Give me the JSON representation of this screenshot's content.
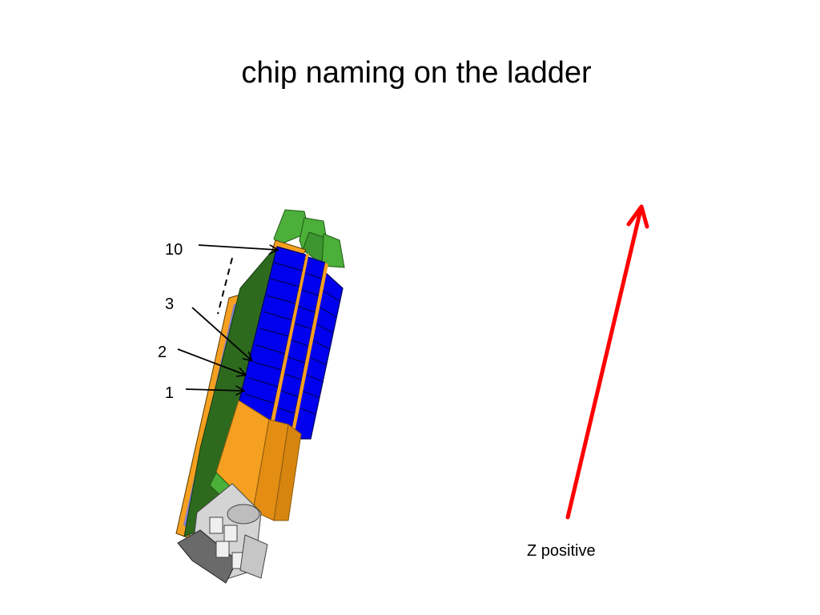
{
  "slide": {
    "title": "chip naming on the ladder"
  },
  "chip_labels": {
    "chip_10": "10",
    "chip_3": "3",
    "chip_2": "2",
    "chip_1": "1"
  },
  "axis": {
    "z_label": "Z positive",
    "arrow_color": "#ff0000"
  },
  "colors": {
    "chip": "#0000ee",
    "support_green": "#2e6a1e",
    "support_green_light": "#4caf3a",
    "kapton_orange": "#f5a020",
    "backplane_purple": "#7f7fd0",
    "connector_gray": "#c8c8c8"
  }
}
